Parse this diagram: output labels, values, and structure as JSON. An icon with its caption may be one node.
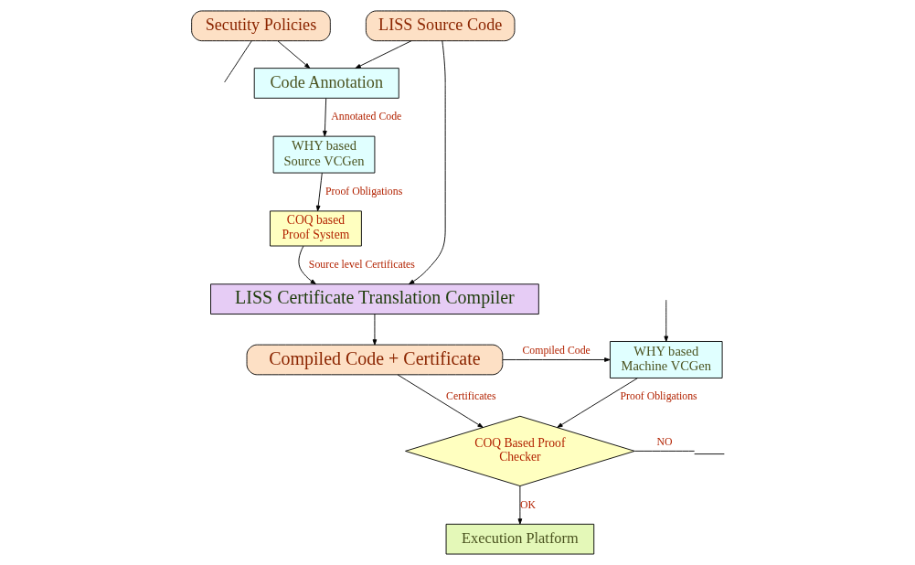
{
  "diagram": {
    "nodes": [
      {
        "text": [
          "Secutity Policies"
        ]
      },
      {
        "text": [
          "LISS Source Code"
        ]
      },
      {
        "text": [
          "Code Annotation"
        ]
      },
      {
        "text": [
          "WHY based Source VCGen"
        ]
      },
      {
        "text": [
          "COQ based Proof System"
        ]
      },
      {
        "text": [
          "LISS Certificate Translation Compiler"
        ]
      },
      {
        "text": [
          "Compiled Code + Certificate"
        ]
      },
      {
        "text": [
          "Execution Platform"
        ]
      },
      {
        "text": [
          "COQ Based Proof Checker"
        ]
      },
      {
        "text": [
          "WHY based Machine VCGen"
        ]
      },
      {
        "text": [],
        "shape": "ground"
      }
    ],
    "edges": [
      {
        "from": 1,
        "to": 2,
        "arrow": "to"
      },
      {
        "from": 0,
        "to": 2,
        "arrow": "to"
      },
      {
        "from": 2,
        "to": 3,
        "arrow": "to",
        "label": "Annotated Code"
      },
      {
        "from": 3,
        "to": 4,
        "arrow": "to",
        "label": "Proof Obligations"
      },
      {
        "from": 4,
        "to": 5,
        "arrow": "to",
        "label": "Source level Certificates"
      },
      {
        "from": 1,
        "to": 5,
        "arrow": "to"
      },
      {
        "from": 5,
        "to": 6,
        "arrow": "to"
      },
      {
        "from": 6,
        "to": 9,
        "arrow": "to",
        "label": "Compiled Code"
      },
      {
        "from": 6,
        "to": 8,
        "arrow": "to",
        "label": "Certificates"
      },
      {
        "from": 9,
        "to": 8,
        "arrow": "to",
        "label": "Proof Obligations"
      },
      {
        "from": 8,
        "to": 7,
        "arrow": "to",
        "label": "OK"
      },
      {
        "from": 8,
        "to": 10,
        "arrow": "none",
        "label": "NO"
      },
      {
        "from": 0,
        "to": null,
        "arrow": "none"
      },
      {
        "from": null,
        "to": 9,
        "arrow": "to"
      }
    ]
  }
}
